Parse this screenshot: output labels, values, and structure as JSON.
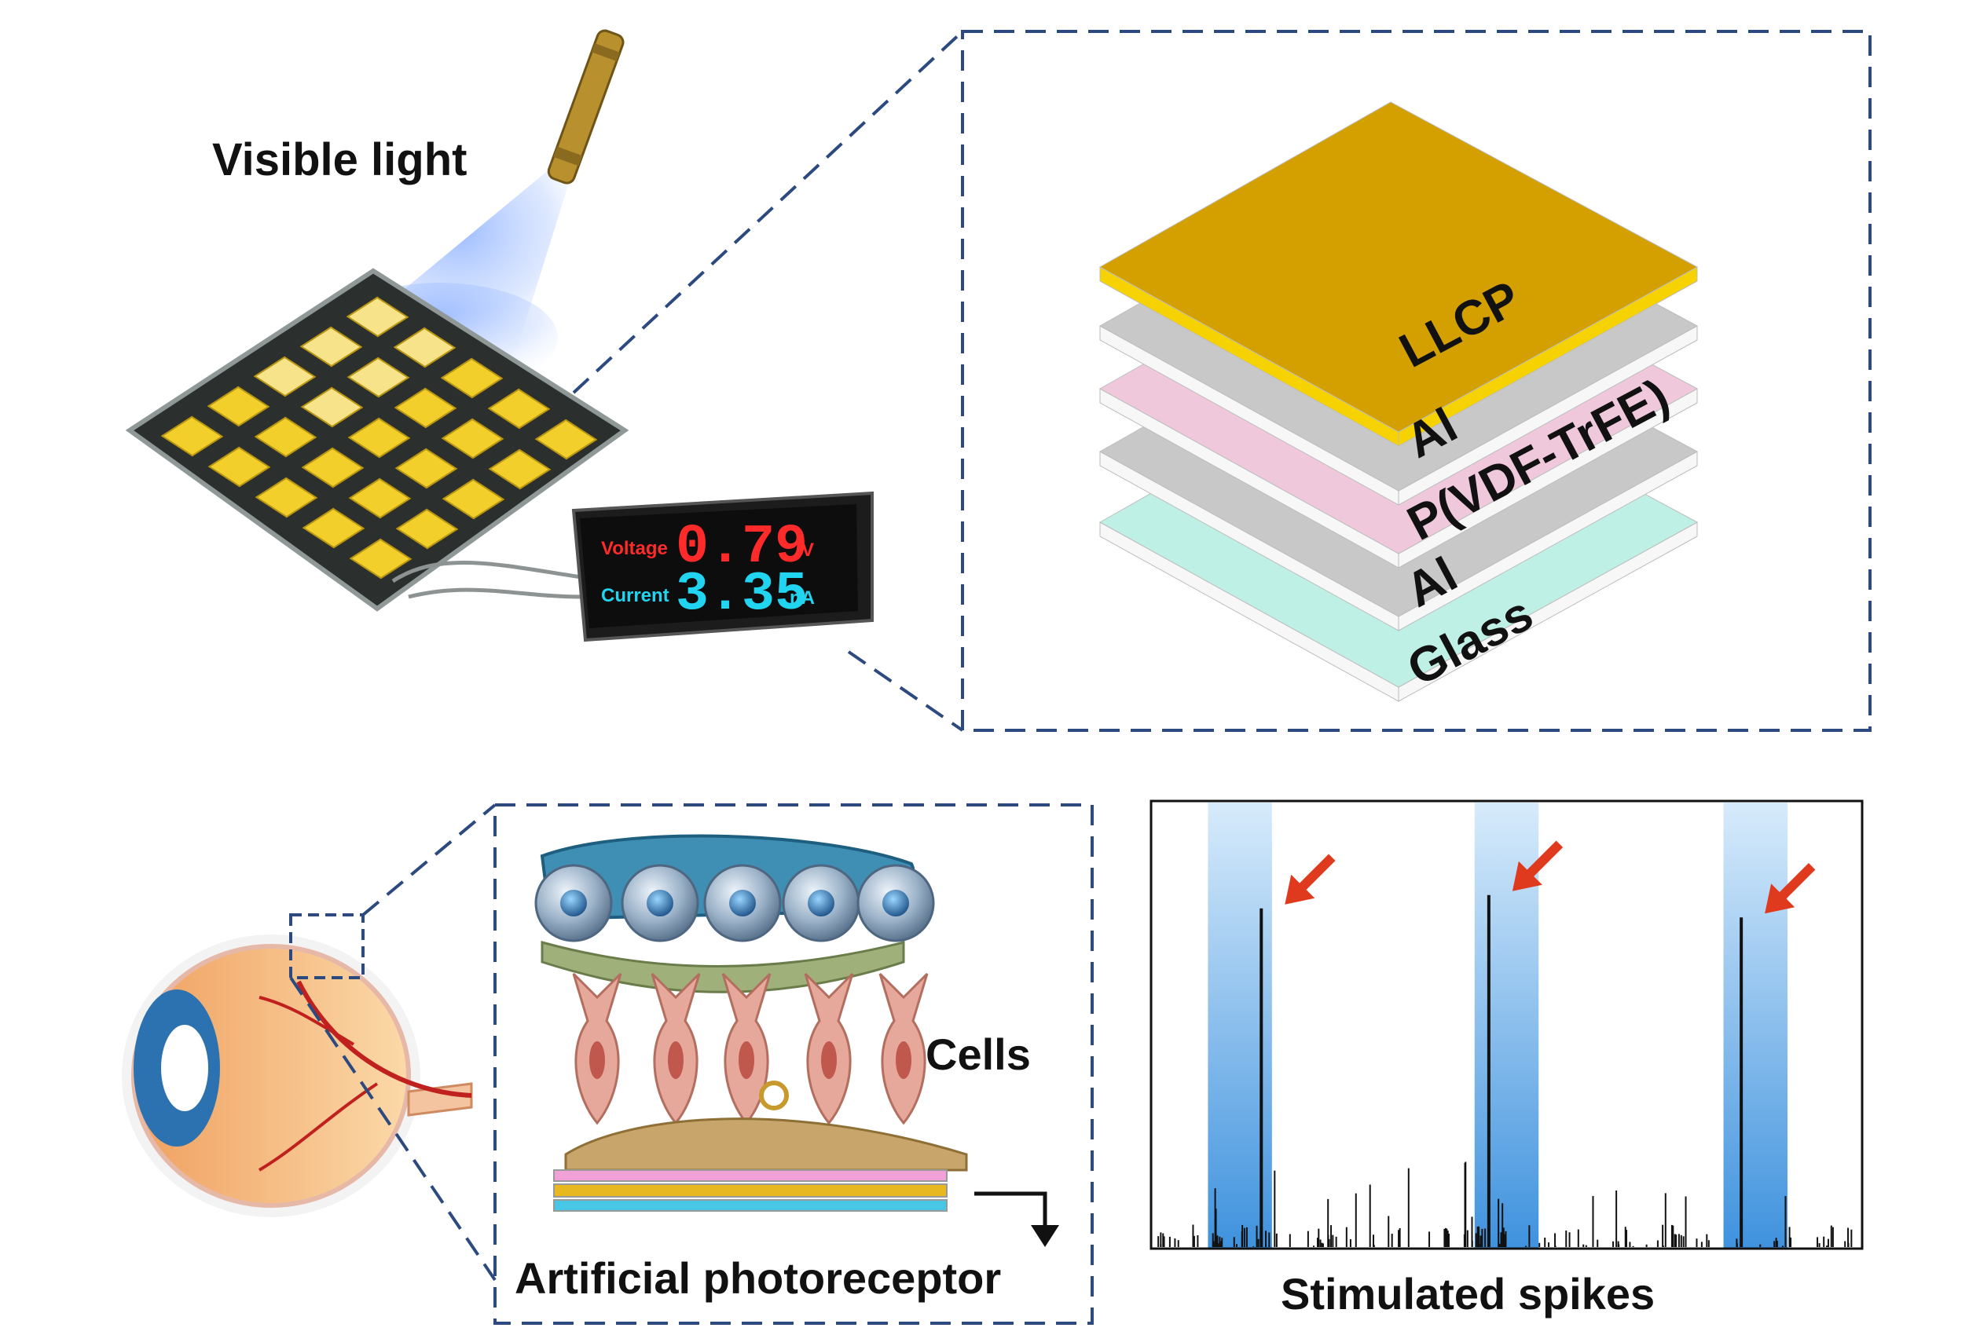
{
  "labels": {
    "visible_light": "Visible light",
    "cells": "Cells",
    "artificial_photoreceptor": "Artificial photoreceptor",
    "stimulated_spikes": "Stimulated spikes"
  },
  "meter": {
    "voltage_label": "Voltage",
    "voltage_value": "0.79",
    "voltage_unit": "V",
    "current_label": "Current",
    "current_value": "3.35",
    "current_unit": "nA"
  },
  "layers": [
    {
      "name": "LLCP",
      "color": "#d4a000"
    },
    {
      "name": "Al",
      "color": "#c8c8c8"
    },
    {
      "name": "P(VDF-TrFE)",
      "color": "#f0c8dc"
    },
    {
      "name": "Al",
      "color": "#c8c8c8"
    },
    {
      "name": "Glass",
      "color": "#bff0e6"
    }
  ],
  "colors": {
    "dashed_border": "#2c4a80",
    "gold_pad": "#f2cf2a",
    "stimulus_band": "#4a9be0",
    "arrow": "#e03a1e",
    "meter_red": "#ff2a2a",
    "meter_cyan": "#21d4f0"
  },
  "chart_data": {
    "type": "line",
    "title": "",
    "xlabel": "Stimulated spikes",
    "ylabel": "",
    "stimulus_windows": [
      [
        0.08,
        0.17
      ],
      [
        0.455,
        0.545
      ],
      [
        0.805,
        0.895
      ]
    ],
    "peak_spikes": [
      {
        "x": 0.155,
        "y": 0.76
      },
      {
        "x": 0.475,
        "y": 0.79
      },
      {
        "x": 0.83,
        "y": 0.74
      }
    ],
    "indicator": "red arrows pointing at peak spikes"
  }
}
